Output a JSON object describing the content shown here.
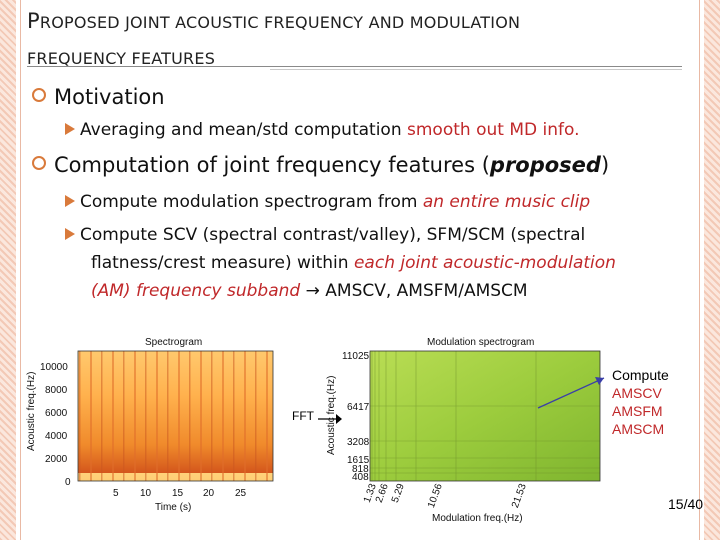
{
  "title": {
    "first_letter": "P",
    "line1_rest": "ROPOSED JOINT ACOUSTIC FREQUENCY AND MODULATION",
    "line2": "FREQUENCY FEATURES"
  },
  "bullets": {
    "motivation": "Motivation",
    "motivation_sub_prefix": "Averaging and mean/std computation ",
    "motivation_sub_red": "smooth out MD info.",
    "computation_prefix": "Computation of joint frequency features (",
    "computation_bold": "proposed",
    "computation_suffix": ")",
    "sub1_prefix": "Compute modulation spectrogram from ",
    "sub1_red": "an entire music clip",
    "sub2_line1": "Compute SCV (spectral contrast/valley), SFM/SCM (spectral",
    "sub2_line2_prefix": "flatness/crest measure) within ",
    "sub2_line2_red": "each joint acoustic-modulation",
    "sub2_line3_red": "(AM) frequency subband",
    "sub2_line3_arrow": " → ",
    "sub2_line3_suffix": "AMSCV, AMSFM/AMSCM"
  },
  "figure": {
    "spectrogram_title": "Spectrogram",
    "spectrogram_ylabel": "Acoustic freq.(Hz)",
    "spectrogram_xlabel": "Time (s)",
    "spectrogram_yticks": [
      "10000",
      "8000",
      "6000",
      "4000",
      "2000",
      "0"
    ],
    "spectrogram_xticks": [
      "5",
      "10",
      "15",
      "20",
      "25"
    ],
    "fft_label": "FFT",
    "modulation_title": "Modulation spectrogram",
    "modulation_ylabel": "Acoustic freq.(Hz)",
    "modulation_xlabel": "Modulation freq.(Hz)",
    "modulation_yticks": [
      "11025",
      "6417",
      "3208",
      "1615",
      "818",
      "408"
    ],
    "modulation_xticks": [
      "1.33",
      "2.66",
      "5.29",
      "10.56",
      "21.53"
    ],
    "compute_lines": [
      "Compute",
      "AMSCV",
      "AMSFM",
      "AMSCM"
    ]
  },
  "colors": {
    "accent": "#d97a3b",
    "red_text": "#c0282a",
    "compute_red": "#c0282a"
  },
  "page_number": "15/40"
}
